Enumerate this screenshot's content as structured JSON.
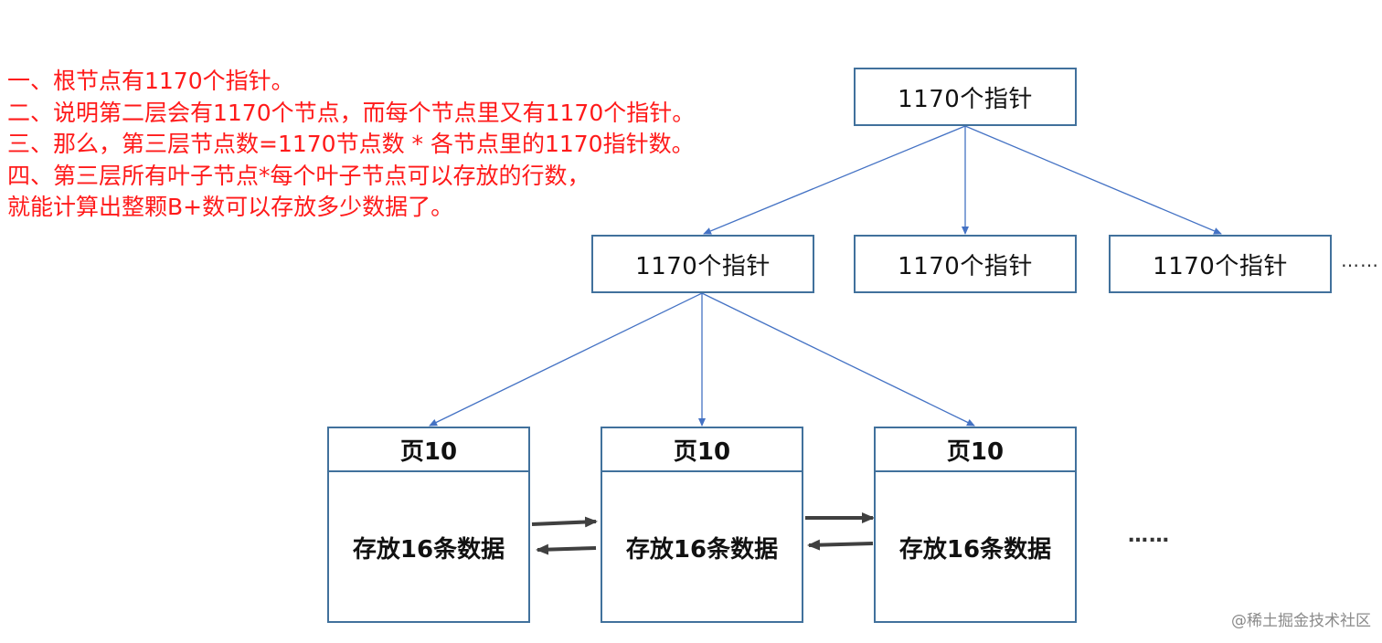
{
  "notes": [
    "一、根节点有1170个指针。",
    "二、说明第二层会有1170个节点，而每个节点里又有1170个指针。",
    "三、那么，第三层节点数=1170节点数 * 各节点里的1170指针数。",
    "四、第三层所有叶子节点*每个叶子节点可以存放的行数，",
    "就能计算出整颗B+数可以存放多少数据了。"
  ],
  "root_node": {
    "label": "1170个指针"
  },
  "level2_nodes": [
    {
      "label": "1170个指针"
    },
    {
      "label": "1170个指针"
    },
    {
      "label": "1170个指针"
    }
  ],
  "level2_ellipsis": "……",
  "leaf_pages": [
    {
      "title": "页10",
      "content": "存放16条数据"
    },
    {
      "title": "页10",
      "content": "存放16条数据"
    },
    {
      "title": "页10",
      "content": "存放16条数据"
    }
  ],
  "leaf_ellipsis": "……",
  "watermark": "@稀土掘金技术社区",
  "colors": {
    "notes_text": "#ff1a1a",
    "box_border": "#41719c",
    "connector": "#4472c4",
    "sibling_arrow": "#404040"
  }
}
